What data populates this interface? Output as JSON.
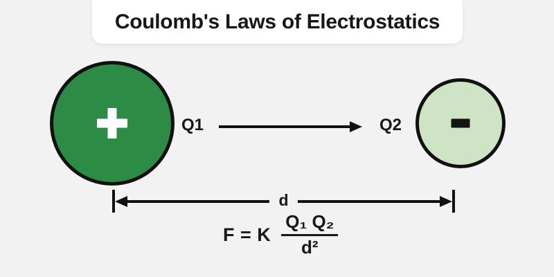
{
  "title": "Coulomb's Laws of Electrostatics",
  "charges": {
    "positive": {
      "label": "Q1",
      "symbol": "+",
      "icon": "plus-icon",
      "fill": "#2c8c46",
      "symbol_color": "#ffffff"
    },
    "negative": {
      "label": "Q2",
      "symbol": "-",
      "icon": "minus-icon",
      "fill": "#cfe4c5",
      "symbol_color": "#141414"
    }
  },
  "force_arrow": {
    "direction": "right"
  },
  "distance": {
    "label": "d"
  },
  "formula": {
    "prefix": "F = K",
    "numerator": "Q₁ Q₂",
    "denominator": "d²"
  },
  "colors": {
    "background": "#f2f2f3",
    "card": "#ffffff",
    "text": "#171717",
    "stroke": "#111111"
  }
}
